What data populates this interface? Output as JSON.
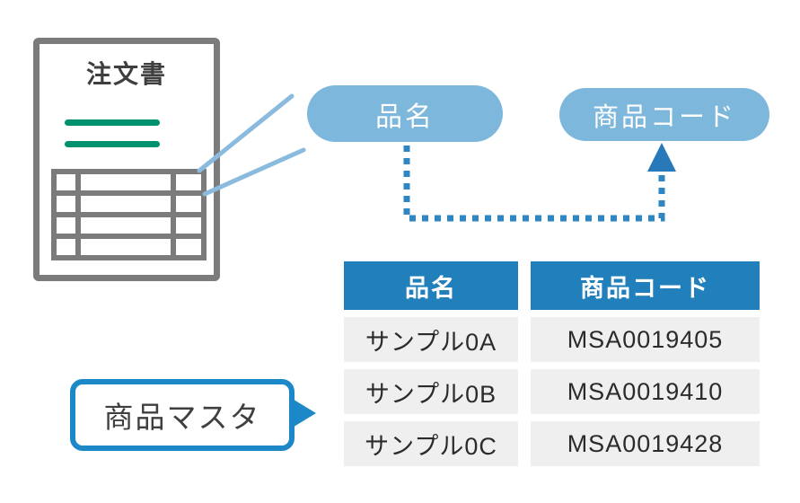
{
  "colors": {
    "accent-blue": "#2180bc",
    "pill-blue": "#7eb7dc",
    "callout-blue": "#8abadd",
    "connector-blue": "#2e86c3",
    "arrow-blue": "#2879b9",
    "border-blue": "#1d88c8",
    "green": "#00916e",
    "gray": "#7b7b7b",
    "dark-text": "#3f3f3f",
    "cell-bg": "#efefef"
  },
  "order_form": {
    "title": "注文書"
  },
  "pills": {
    "name": "品名",
    "code": "商品コード"
  },
  "master": {
    "label": "商品マスタ",
    "table": {
      "headers": [
        "品名",
        "商品コード"
      ],
      "rows": [
        {
          "name": "サンプル0A",
          "code": "MSA0019405"
        },
        {
          "name": "サンプル0B",
          "code": "MSA0019410"
        },
        {
          "name": "サンプル0C",
          "code": "MSA0019428"
        }
      ]
    }
  }
}
